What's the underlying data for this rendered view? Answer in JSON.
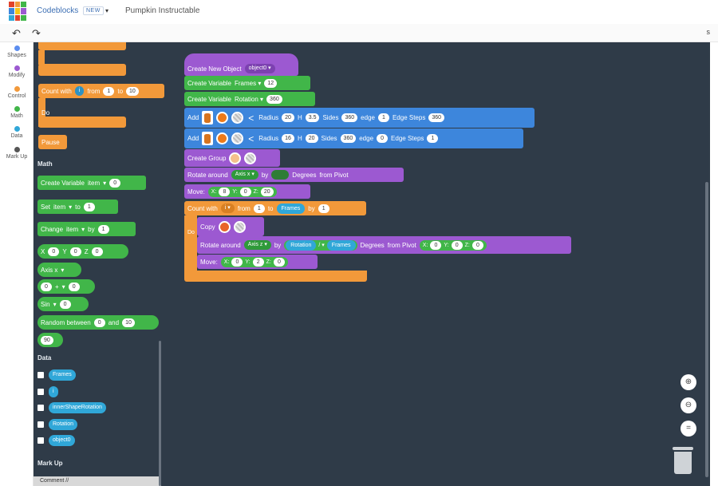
{
  "app": {
    "brand": "Codeblocks",
    "new_badge": "NEW",
    "caret": "▾",
    "document_title": "Pumpkin Instructable"
  },
  "toolbar": {
    "undo": "↶",
    "redo": "↷",
    "cut": "s"
  },
  "categories": [
    {
      "label": "Shapes",
      "color": "#5b8def"
    },
    {
      "label": "Modify",
      "color": "#9c59d1"
    },
    {
      "label": "Control",
      "color": "#f2993a"
    },
    {
      "label": "Math",
      "color": "#41b649"
    },
    {
      "label": "Data",
      "color": "#30a7d8"
    },
    {
      "label": "Mark Up",
      "color": "#555555"
    }
  ],
  "palette": {
    "count_with": {
      "label": "Count with",
      "var": "i",
      "from": "from",
      "a": "1",
      "to": "to",
      "b": "10"
    },
    "do": "Do",
    "pause": "Pause",
    "math_head": "Math",
    "create_var": {
      "label": "Create Variable",
      "name": "item",
      "value": "0"
    },
    "set": {
      "label": "Set",
      "name": "item",
      "to": "to",
      "value": "1"
    },
    "change": {
      "label": "Change",
      "name": "item",
      "by": "by",
      "value": "1"
    },
    "xyz": {
      "x": "X",
      "xv": "0",
      "y": "Y",
      "yv": "0",
      "z": "Z",
      "zv": "0"
    },
    "axis": "Axis x",
    "arith": {
      "a": "0",
      "op": "+",
      "b": "0"
    },
    "sin": {
      "fn": "Sin",
      "v": "0"
    },
    "random": {
      "label": "Random between",
      "a": "0",
      "and": "and",
      "b": "10"
    },
    "ninety": "90",
    "data_head": "Data",
    "data_items": [
      "Frames",
      "i",
      "innerShapeRotation",
      "Rotation",
      "object0"
    ],
    "markup_head": "Mark Up",
    "comment": "Comment //"
  },
  "program": {
    "create_obj": {
      "label": "Create New Object",
      "name": "object0"
    },
    "var1": {
      "label": "Create Variable",
      "name": "Frames",
      "value": "12"
    },
    "var2": {
      "label": "Create Variable",
      "name": "Rotation",
      "value": "360"
    },
    "add1": {
      "label": "Add",
      "radius_l": "Radius",
      "radius": "20",
      "h_l": "H",
      "h": "3.5",
      "sides_l": "Sides",
      "sides": "360",
      "edge_l": "edge",
      "edge": "1",
      "steps_l": "Edge Steps",
      "steps": "360"
    },
    "add2": {
      "label": "Add",
      "radius_l": "Radius",
      "radius": "16",
      "h_l": "H",
      "h": "20",
      "sides_l": "Sides",
      "sides": "360",
      "edge_l": "edge",
      "edge": "0",
      "steps_l": "Edge Steps",
      "steps": "1"
    },
    "group": "Create Group",
    "rotate1": {
      "label": "Rotate around",
      "axis": "Axis x",
      "by": "by",
      "deg": "Degrees",
      "pivot": "from Pivot"
    },
    "move1": {
      "label": "Move:",
      "x_l": "X:",
      "x": "8",
      "y_l": "Y:",
      "y": "0",
      "z_l": "Z:",
      "z": "20"
    },
    "count": {
      "label": "Count with",
      "var": "i",
      "from": "from",
      "a": "1",
      "to": "to",
      "b": "Frames",
      "by": "by",
      "c": "1"
    },
    "do": "Do",
    "copy": "Copy",
    "rotate2": {
      "label": "Rotate around",
      "axis": "Axis z",
      "by": "by",
      "v1": "Rotation",
      "op": "/",
      "v2": "Frames",
      "deg": "Degrees",
      "pivot": "from Pivot",
      "x_l": "X:",
      "x": "0",
      "y_l": "Y:",
      "y": "0",
      "z_l": "Z:",
      "z": "0"
    },
    "move2": {
      "label": "Move:",
      "x_l": "X:",
      "x": "0",
      "y_l": "Y:",
      "y": "2",
      "z_l": "Z:",
      "z": "0"
    }
  },
  "zoom": {
    "in": "⊕",
    "out": "⊖",
    "reset": "="
  },
  "colors": {
    "workspace": "#2f3b48",
    "swatch_orange": "#ee7a18",
    "pumpkin": "#d8741e"
  }
}
